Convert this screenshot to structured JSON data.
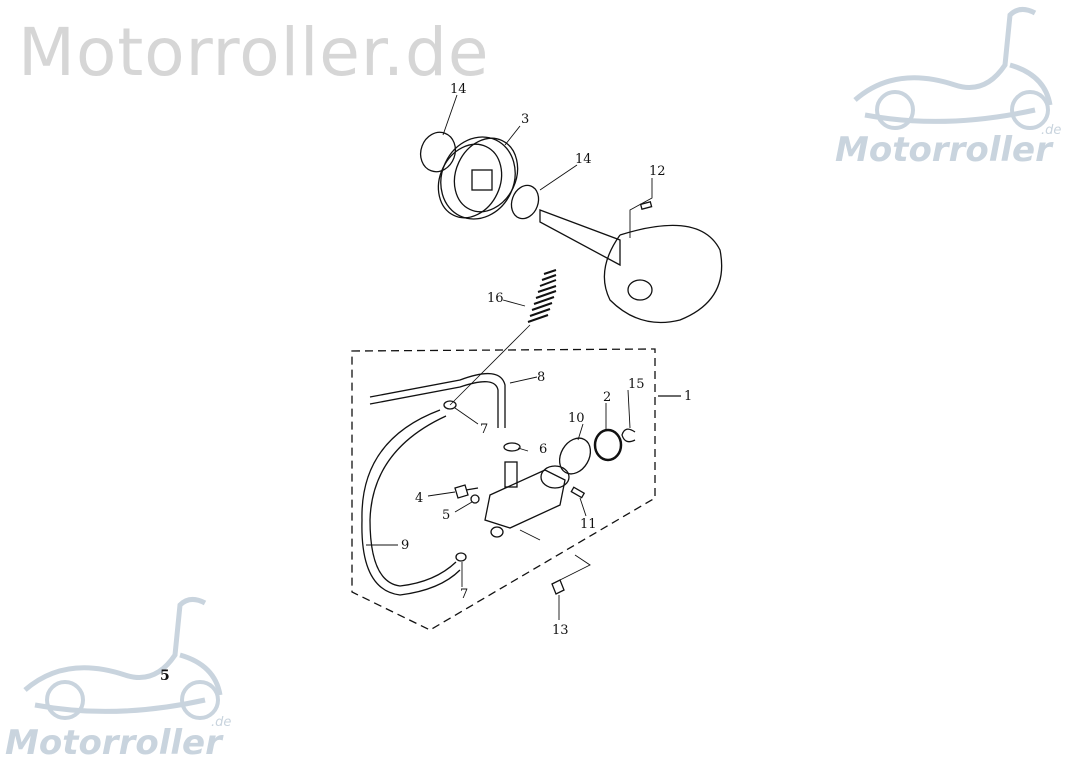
{
  "watermark": {
    "title": "Motorroller.de",
    "logo_text": "Motorroller",
    "logo_suffix": ".de"
  },
  "page_number": "5",
  "callouts": {
    "ring_top": "14",
    "pulley": "3",
    "ring_mid": "14",
    "pin": "12",
    "spring": "16",
    "hose_upper": "8",
    "clip_upper": "7",
    "clip_right": "15",
    "gear": "2",
    "assembly": "1",
    "oring": "10",
    "clip_mid": "6",
    "bolt": "4",
    "washer": "5",
    "dowel": "11",
    "hose_lower": "9",
    "clip_lower": "7",
    "screw": "13"
  },
  "colors": {
    "line": "#111111",
    "watermark": "#d6d6d6",
    "logo": "#c9d4de"
  }
}
